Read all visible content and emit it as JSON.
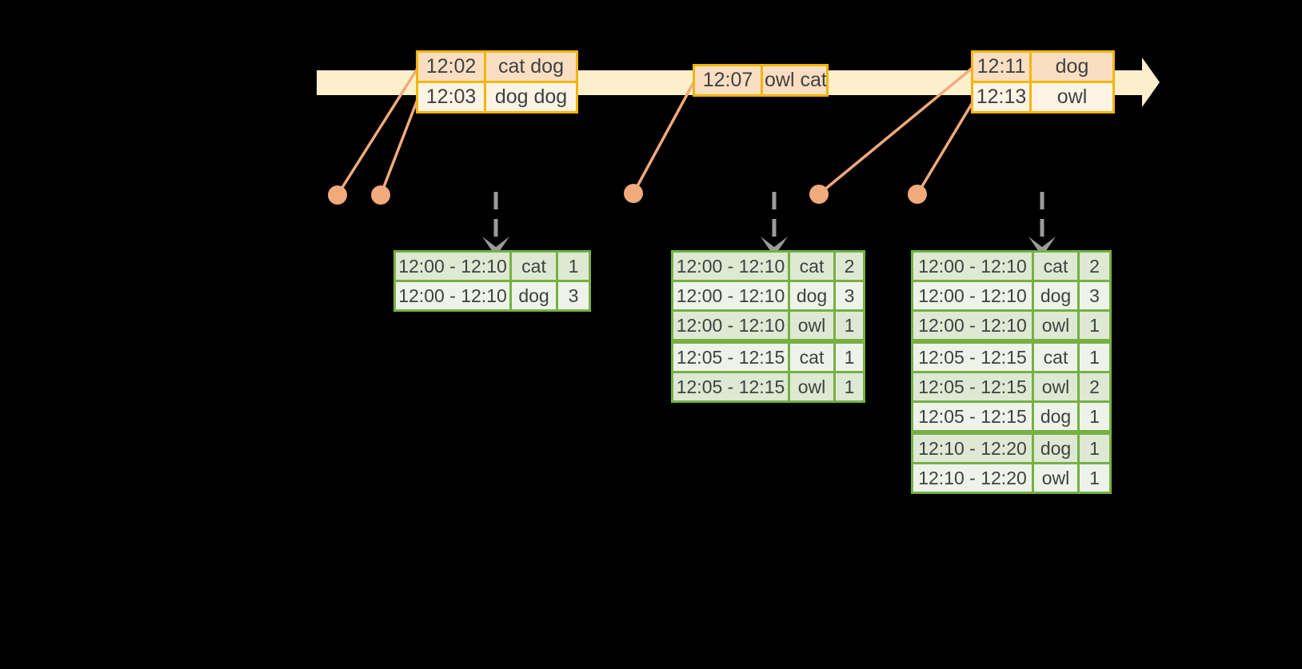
{
  "diagram": {
    "colors": {
      "background": "#000000",
      "timeline_band": "#fcf0cc",
      "event_table_border": "#f2b50a",
      "event_row_peach": "#fadec2",
      "event_row_cream": "#fdf4e5",
      "connector": "#f1aa7c",
      "trigger_arrow": "#9b9b9b",
      "result_table_border": "#76b043",
      "result_row_dark": "#dde9d3",
      "result_row_light": "#eef3e9",
      "text": "#414141"
    },
    "event_tables": [
      {
        "rows": [
          {
            "time": "12:02",
            "words": "cat dog"
          },
          {
            "time": "12:03",
            "words": "dog dog"
          }
        ]
      },
      {
        "rows": [
          {
            "time": "12:07",
            "words": "owl cat"
          }
        ]
      },
      {
        "rows": [
          {
            "time": "12:11",
            "words": "dog"
          },
          {
            "time": "12:13",
            "words": "owl"
          }
        ]
      }
    ],
    "result_tables": [
      {
        "rows": [
          {
            "window": "12:00 - 12:10",
            "word": "cat",
            "count": "1"
          },
          {
            "window": "12:00 - 12:10",
            "word": "dog",
            "count": "3"
          }
        ]
      },
      {
        "rows": [
          {
            "window": "12:00 - 12:10",
            "word": "cat",
            "count": "2"
          },
          {
            "window": "12:00 - 12:10",
            "word": "dog",
            "count": "3"
          },
          {
            "window": "12:00 - 12:10",
            "word": "owl",
            "count": "1"
          },
          {
            "window": "12:05 - 12:15",
            "word": "cat",
            "count": "1"
          },
          {
            "window": "12:05 - 12:15",
            "word": "owl",
            "count": "1"
          }
        ]
      },
      {
        "rows": [
          {
            "window": "12:00 - 12:10",
            "word": "cat",
            "count": "2"
          },
          {
            "window": "12:00 - 12:10",
            "word": "dog",
            "count": "3"
          },
          {
            "window": "12:00 - 12:10",
            "word": "owl",
            "count": "1"
          },
          {
            "window": "12:05 - 12:15",
            "word": "cat",
            "count": "1"
          },
          {
            "window": "12:05 - 12:15",
            "word": "owl",
            "count": "2"
          },
          {
            "window": "12:05 - 12:15",
            "word": "dog",
            "count": "1"
          },
          {
            "window": "12:10 - 12:20",
            "word": "dog",
            "count": "1"
          },
          {
            "window": "12:10 - 12:20",
            "word": "owl",
            "count": "1"
          }
        ]
      }
    ]
  }
}
